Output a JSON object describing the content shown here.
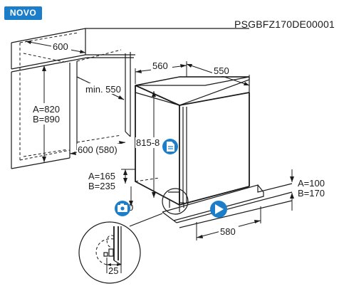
{
  "badge": {
    "label": "NOVO",
    "color": "#1c7ec9"
  },
  "model_code": "PSGBFZ170DE00001",
  "dimensions": {
    "cabinet_width": "600",
    "depth_560": "560",
    "depth_550": "550",
    "min_550": "min. 550",
    "height_a": "A=820",
    "height_b": "B=890",
    "bottom_width": "600 (580)",
    "fridge_height": "815-8",
    "plinth_a": "A=165",
    "plinth_b": "B=235",
    "plinth_small": "0",
    "right_a": "A=100",
    "right_b": "B=170",
    "plinth_depth": "580",
    "detail_25": "25"
  },
  "icons": {
    "document": "document-icon",
    "camera": "camera-icon",
    "play": "play-icon"
  }
}
